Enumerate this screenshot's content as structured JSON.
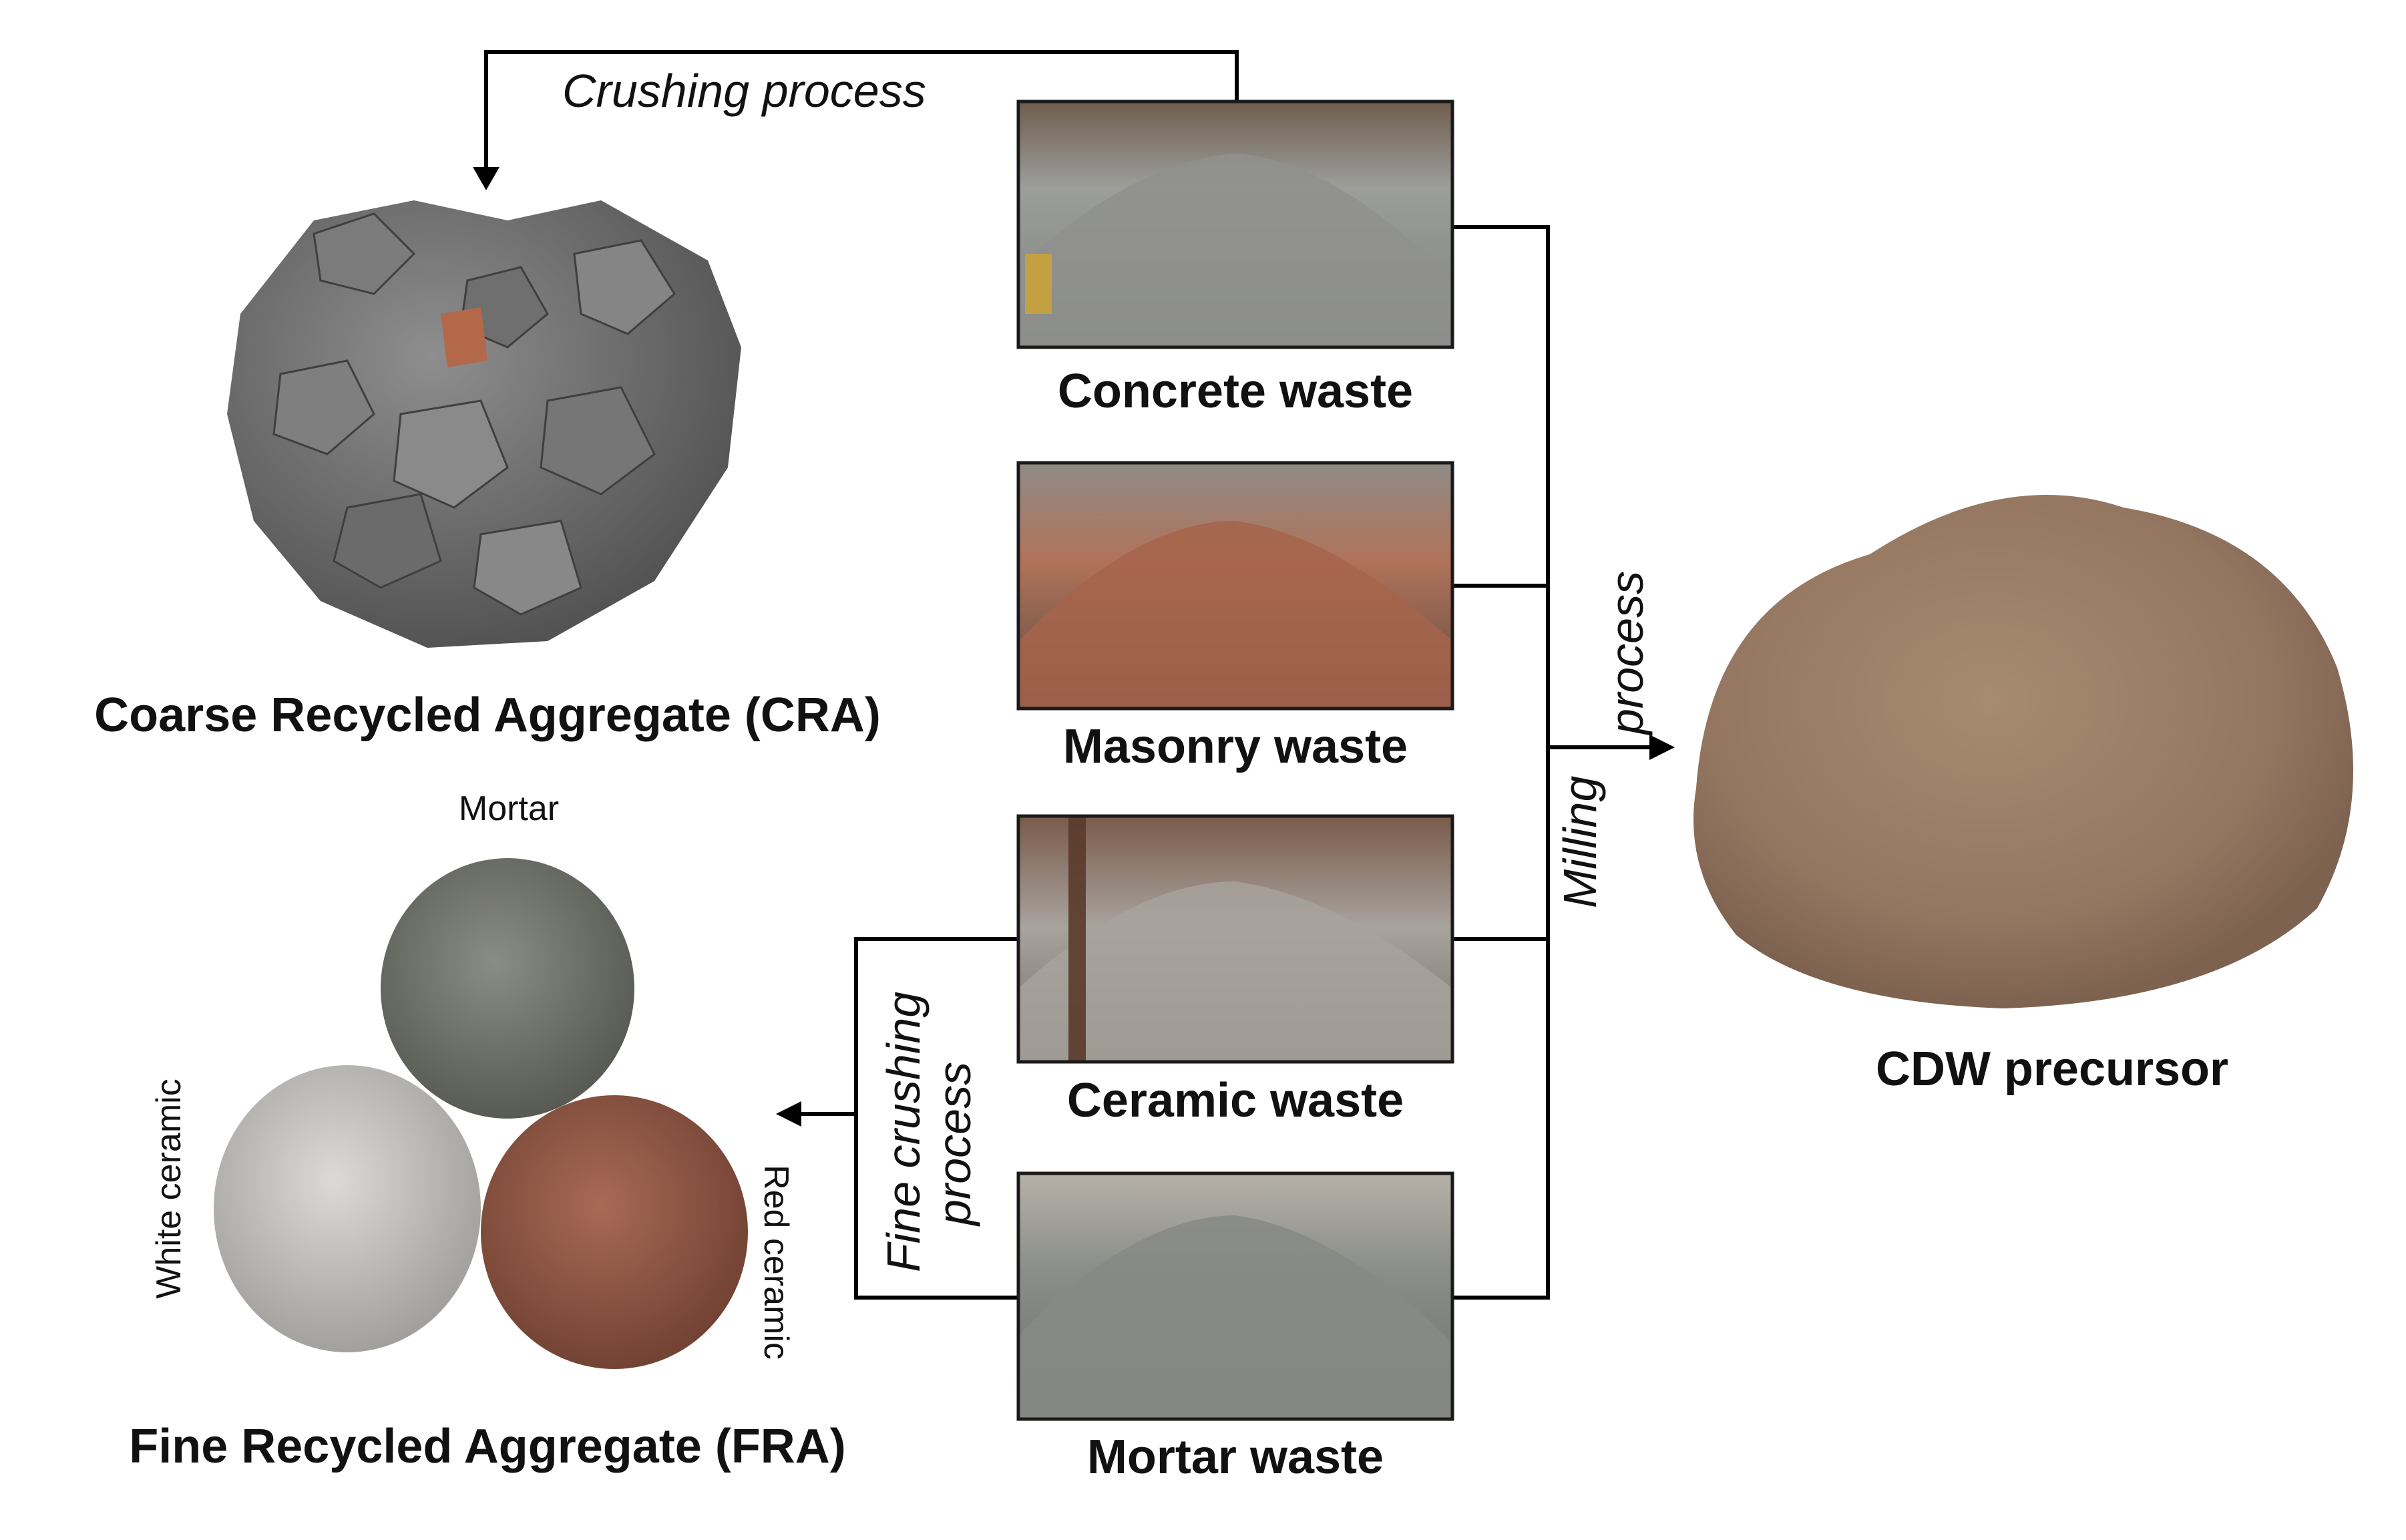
{
  "processes": {
    "crushing": "Crushing process",
    "milling_line1": "Milling",
    "milling_line2": "process",
    "fine_crushing_line1": "Fine crushing",
    "fine_crushing_line2": "process"
  },
  "waste_types": [
    {
      "label": "Concrete waste"
    },
    {
      "label": "Masonry waste"
    },
    {
      "label": "Ceramic waste"
    },
    {
      "label": "Mortar waste"
    }
  ],
  "products": {
    "cra": "Coarse Recycled Aggregate (CRA)",
    "fra": "Fine Recycled Aggregate (FRA)",
    "precursor": "CDW precursor"
  },
  "fra_components": {
    "mortar": "Mortar",
    "white_ceramic": "White ceramic",
    "red_ceramic": "Red ceramic"
  },
  "colors": {
    "concrete": "#8d8f8c",
    "masonry": "#a86a4f",
    "ceramic": "#9a9590",
    "mortar": "#7d807c",
    "precursor": "#9e8066",
    "red_ceramic": "#9a5a45",
    "white_ceramic": "#c9c7c2"
  }
}
